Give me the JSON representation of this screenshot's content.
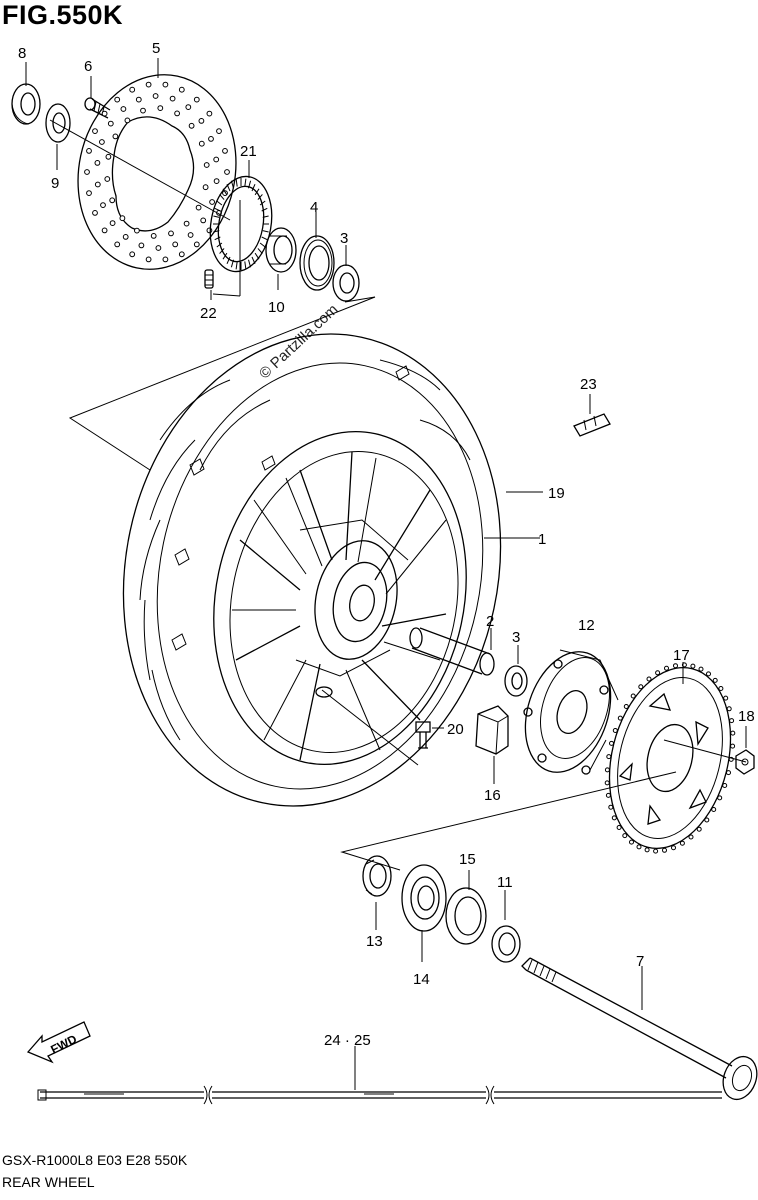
{
  "figure": {
    "title": "FIG.550K",
    "model_code": "GSX-R1000L8  E03  E28  550K",
    "section_name": "REAR WHEEL",
    "watermark": "© Partzilla.com",
    "fwd_label": "FWD"
  },
  "callouts": [
    {
      "id": "8",
      "text": "8"
    },
    {
      "id": "6",
      "text": "6"
    },
    {
      "id": "5",
      "text": "5"
    },
    {
      "id": "9",
      "text": "9"
    },
    {
      "id": "21",
      "text": "21"
    },
    {
      "id": "4",
      "text": "4"
    },
    {
      "id": "3a",
      "text": "3"
    },
    {
      "id": "10",
      "text": "10"
    },
    {
      "id": "22",
      "text": "22"
    },
    {
      "id": "23",
      "text": "23"
    },
    {
      "id": "19",
      "text": "19"
    },
    {
      "id": "1",
      "text": "1"
    },
    {
      "id": "2",
      "text": "2"
    },
    {
      "id": "3b",
      "text": "3"
    },
    {
      "id": "12",
      "text": "12"
    },
    {
      "id": "17",
      "text": "17"
    },
    {
      "id": "18",
      "text": "18"
    },
    {
      "id": "20",
      "text": "20"
    },
    {
      "id": "16",
      "text": "16"
    },
    {
      "id": "15",
      "text": "15"
    },
    {
      "id": "11",
      "text": "11"
    },
    {
      "id": "13",
      "text": "13"
    },
    {
      "id": "14",
      "text": "14"
    },
    {
      "id": "7",
      "text": "7"
    },
    {
      "id": "24-25",
      "text": "24 · 25"
    }
  ]
}
